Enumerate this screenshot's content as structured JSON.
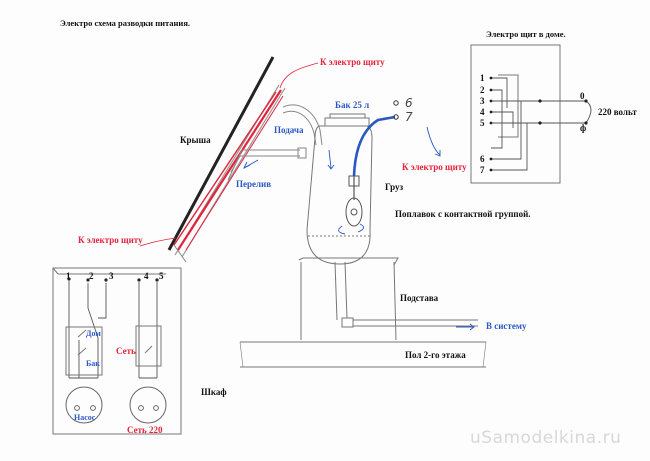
{
  "header": {
    "title": "Электро схема разводки питания.",
    "panel_title": "Электро щит в доме."
  },
  "labels": {
    "roof": "Крыша",
    "tank": "Бак 25 л",
    "to_panel_top": "К электро щиту",
    "to_panel_mid": "К электро щиту",
    "to_panel_left": "К электро щиту",
    "supply": "Подача",
    "overflow": "Перелив",
    "weight": "Груз",
    "float": "Поплавок с контактной группой.",
    "stand": "Подстава",
    "to_system": "В систему",
    "floor": "Пол 2-го этажа",
    "cabinet": "Шкаф",
    "house": "Дом",
    "tank_sw": "Бак",
    "pump": "Насос",
    "network": "Сеть",
    "network_220": "Сеть  220",
    "contact_6": "6",
    "contact_7": "7",
    "volt": "220 вольт",
    "zero": "0",
    "phase": "ф"
  },
  "cabinet_terminals": [
    "1",
    "2",
    "3",
    "4",
    "5"
  ],
  "panel_terminals": [
    "1",
    "2",
    "3",
    "4",
    "5",
    "6",
    "7"
  ],
  "watermark": "uSamodelkina.ru",
  "colors": {
    "red": "#e2233a",
    "blue": "#2a56c6",
    "ink": "#111111"
  }
}
